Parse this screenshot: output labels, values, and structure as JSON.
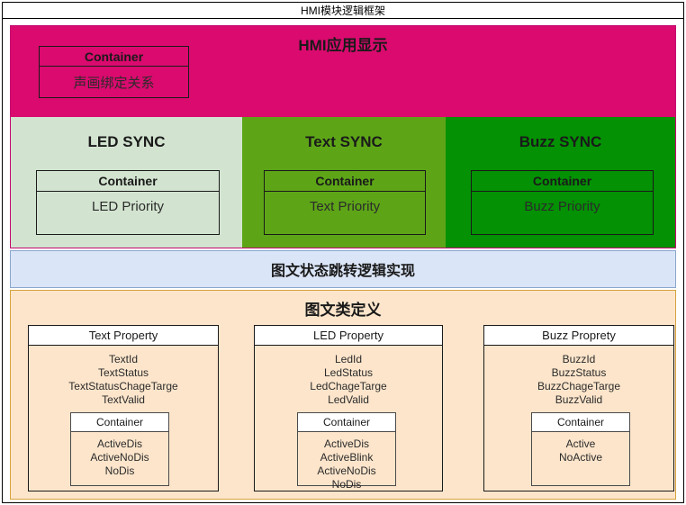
{
  "window": {
    "title": "HMI模块逻辑框架"
  },
  "hmi_application": {
    "title": "HMI应用显示",
    "background_color": "#da0a6e",
    "container": {
      "header": "Container",
      "body": "声画绑定关系"
    }
  },
  "sync_sections": [
    {
      "title": "LED SYNC",
      "background_color": "#d2e4d0",
      "container": {
        "header": "Container",
        "body": "LED Priority"
      }
    },
    {
      "title": "Text SYNC",
      "background_color": "#5da517",
      "container": {
        "header": "Container",
        "body": "Text Priority"
      }
    },
    {
      "title": "Buzz SYNC",
      "background_color": "#049104",
      "container": {
        "header": "Container",
        "body": "Buzz Priority"
      }
    }
  ],
  "logic_band": {
    "title": "图文状态跳转逻辑实现",
    "background_color": "#dae5f7"
  },
  "class_definition": {
    "title": "图文类定义",
    "background_color": "#fce5cb",
    "properties": [
      {
        "header": "Text Property",
        "fields": [
          "TextId",
          "TextStatus",
          "TextStatusChageTarge",
          "TextValid"
        ],
        "container": {
          "header": "Container",
          "fields": [
            "ActiveDis",
            "ActiveNoDis",
            "NoDis"
          ]
        }
      },
      {
        "header": "LED Property",
        "fields": [
          "LedId",
          "LedStatus",
          "LedChageTarge",
          "LedValid"
        ],
        "container": {
          "header": "Container",
          "fields": [
            "ActiveDis",
            "ActiveBlink",
            "ActiveNoDis",
            "NoDis"
          ]
        }
      },
      {
        "header": "Buzz Proprety",
        "fields": [
          "BuzzId",
          "BuzzStatus",
          "BuzzChageTarge",
          "BuzzValid"
        ],
        "container": {
          "header": "Container",
          "fields": [
            "Active",
            "NoActive"
          ]
        }
      }
    ]
  }
}
